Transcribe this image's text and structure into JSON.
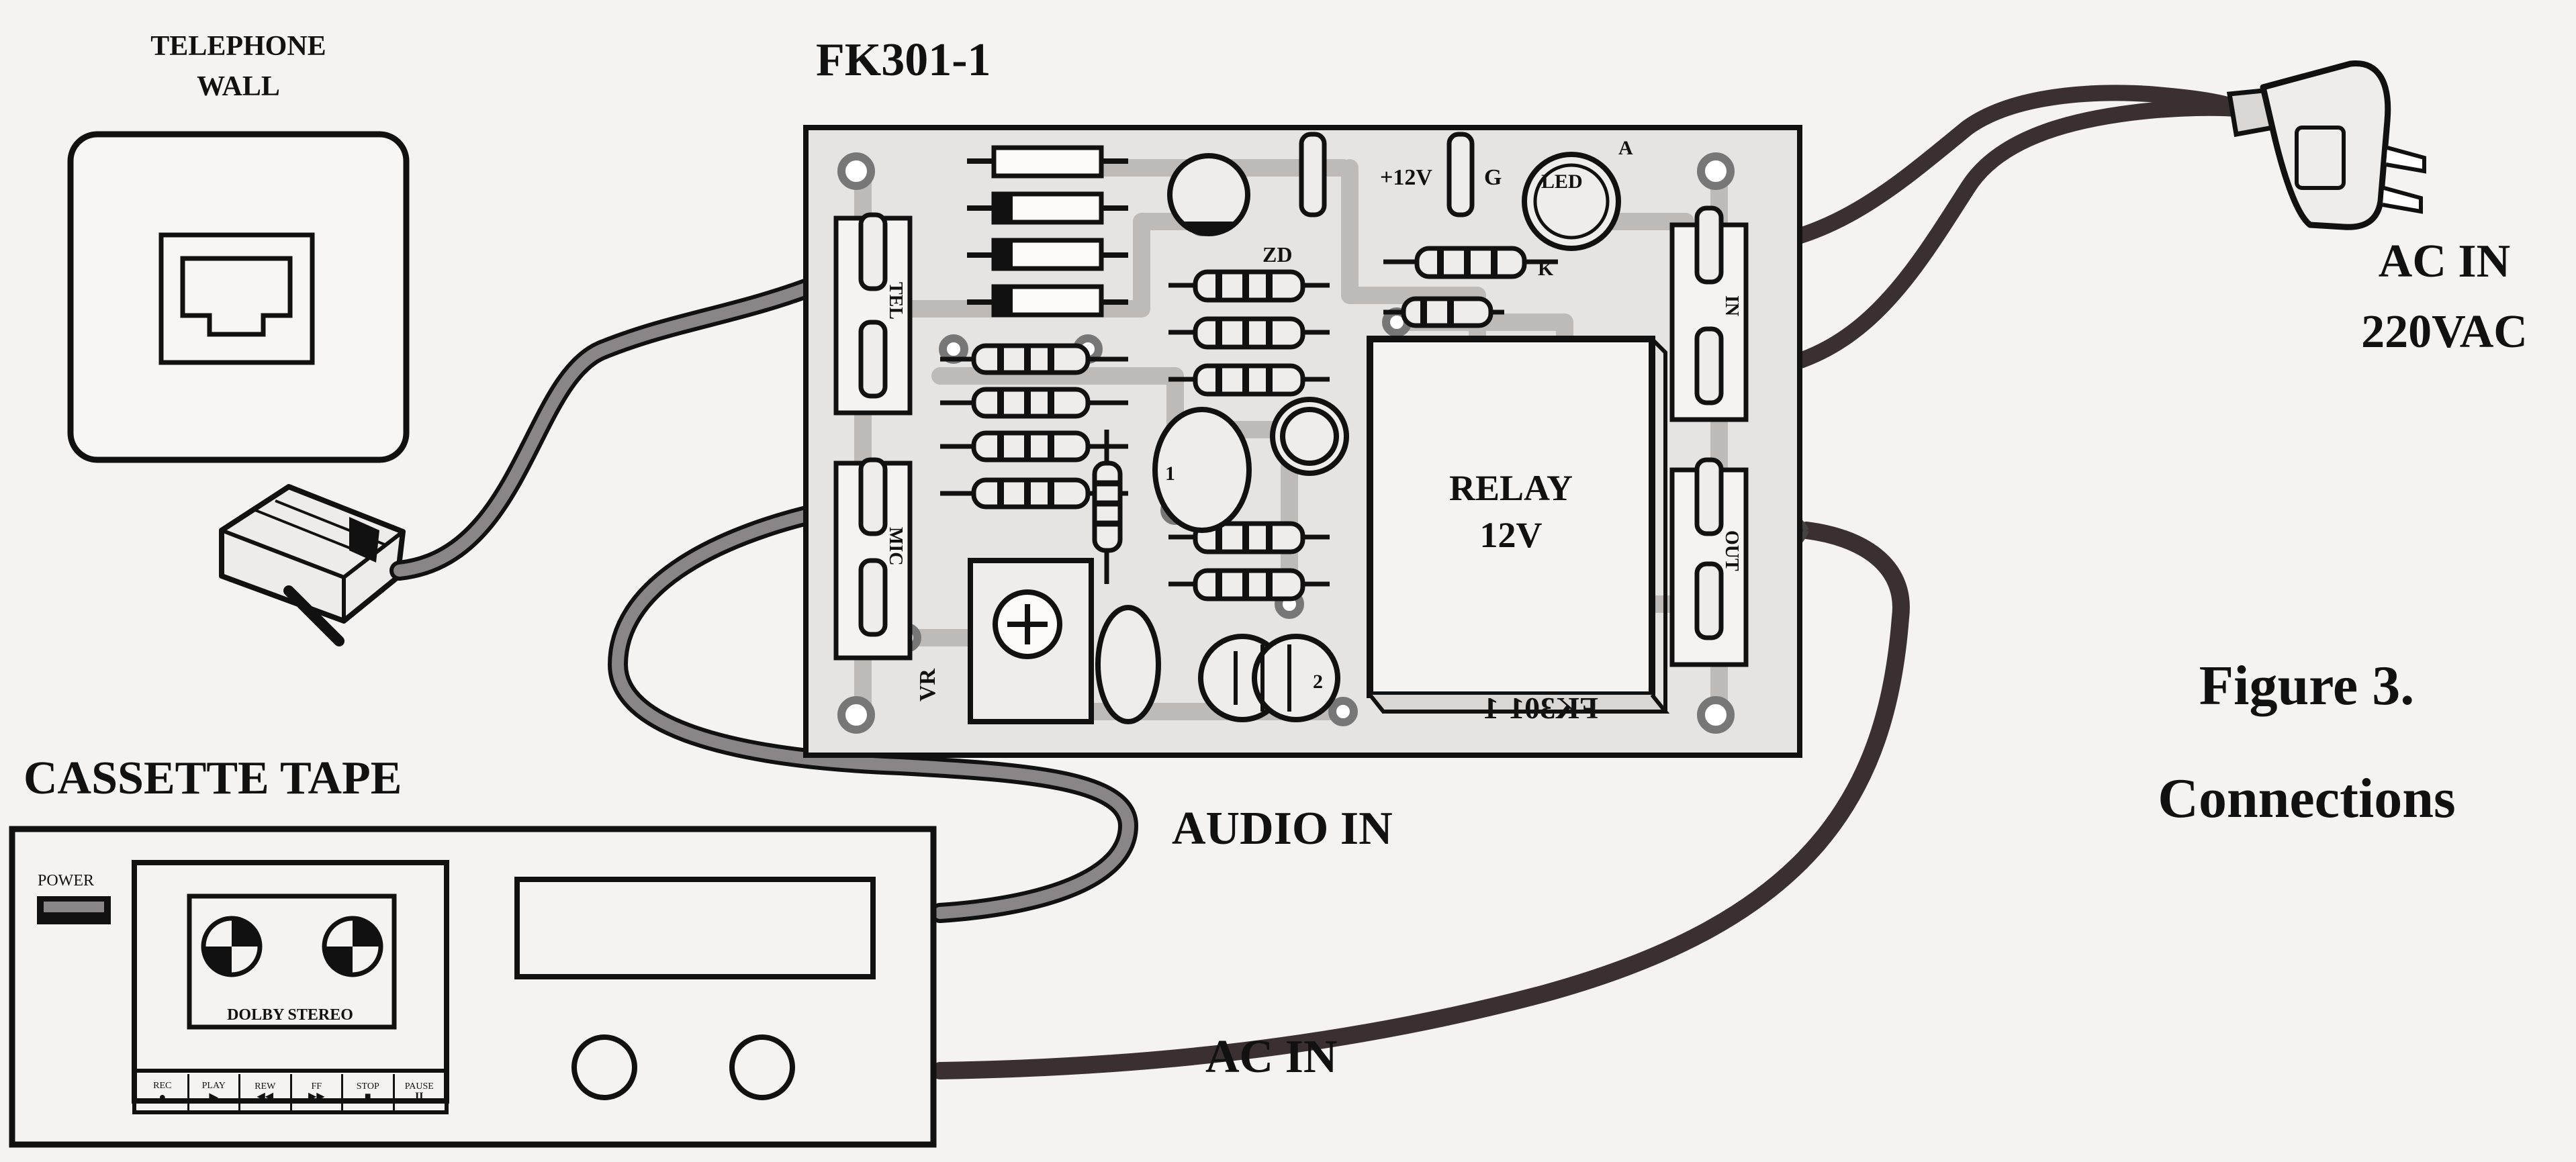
{
  "labels": {
    "telephone_wall_line1": "TELEPHONE",
    "telephone_wall_line2": "WALL",
    "board_name": "FK301-1",
    "ac_in_top": "AC IN",
    "voltage": "220VAC",
    "figure_title": "Figure 3.",
    "figure_subtitle": "Connections",
    "cassette_tape": "CASSETTE TAPE",
    "audio_in": "AUDIO IN",
    "ac_in_bottom": "AC IN"
  },
  "pcb": {
    "v12": "+12V",
    "g": "G",
    "led": "LED",
    "anode": "A",
    "cathode": "K",
    "zd": "ZD",
    "relay_line1": "RELAY",
    "relay_line2": "12V",
    "vr": "VR",
    "tel": "TEL",
    "mic": "MIC",
    "in": "IN",
    "out": "OUT",
    "silk_mirrored": "FK301-1",
    "pin1": "1",
    "pin2": "2"
  },
  "cassette": {
    "power": "POWER",
    "dolby": "DOLBY STEREO",
    "buttons": [
      {
        "label": "REC",
        "glyph": "●"
      },
      {
        "label": "PLAY",
        "glyph": "▶"
      },
      {
        "label": "REW",
        "glyph": "◀◀"
      },
      {
        "label": "FF",
        "glyph": "▶▶"
      },
      {
        "label": "STOP",
        "glyph": "■"
      },
      {
        "label": "PAUSE",
        "glyph": "II"
      }
    ]
  },
  "colors": {
    "ink": "#111111",
    "paper": "#f4f3f1",
    "board": "#e6e4e2",
    "trace": "#bdbab8",
    "cable": "#3a3032",
    "wire_grey": "#8a8687"
  }
}
